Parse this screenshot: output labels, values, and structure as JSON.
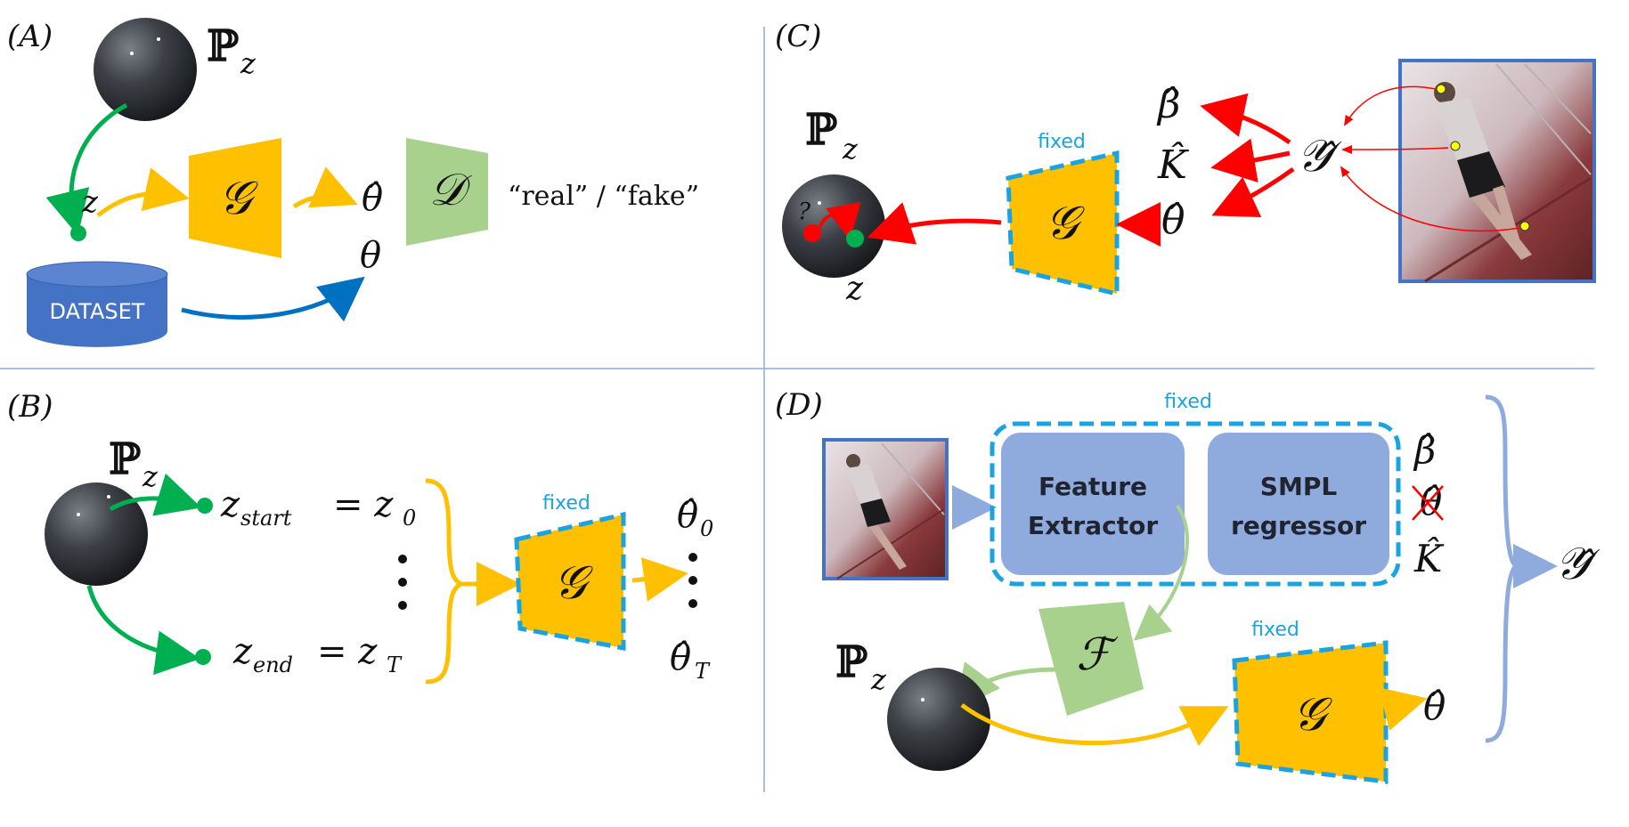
{
  "panels": {
    "A": {
      "label": "(A)",
      "prior": "ℙ",
      "prior_sub": "z",
      "z": "z",
      "generator": "𝒢",
      "theta_hat": "θ̂",
      "discriminator": "𝒟",
      "output": "“real” / “fake”",
      "theta": "θ",
      "dataset": "DATASET"
    },
    "B": {
      "label": "(B)",
      "prior": "ℙ",
      "prior_sub": "z",
      "z_start": "z",
      "z_start_sub": "start",
      "eq_start": "= z",
      "z0_sub": "0",
      "z_end": "z",
      "z_end_sub": "end",
      "eq_end": "= z",
      "zT_sub": "T",
      "fixed": "fixed",
      "generator": "𝒢",
      "theta0": "θ̂",
      "theta0_sub": "0",
      "thetaT": "θ̂",
      "thetaT_sub": "T"
    },
    "C": {
      "label": "(C)",
      "prior": "ℙ",
      "prior_sub": "z",
      "question": "?",
      "z": "z",
      "fixed": "fixed",
      "generator": "𝒢",
      "beta_hat": "β̂",
      "K_hat": "K̂",
      "theta_hat": "θ̂",
      "Y_hat": "𝒴̂"
    },
    "D": {
      "label": "(D)",
      "fixed_top": "fixed",
      "feature_extractor_line1": "Feature",
      "feature_extractor_line2": "Extractor",
      "smpl_line1": "SMPL",
      "smpl_line2": "regressor",
      "beta_hat": "β̂",
      "theta_crossed": "θ̂",
      "K_hat": "K̂",
      "Y_hat": "𝒴̂",
      "F": "ℱ",
      "prior": "ℙ",
      "prior_sub": "z",
      "fixed_bottom": "fixed",
      "generator": "𝒢",
      "theta_hat": "θ̂"
    }
  },
  "colors": {
    "generator": "#ffc000",
    "discriminator": "#a9d18e",
    "dataset": "#4472c4",
    "green_arrow": "#00b050",
    "yellow_arrow": "#ffc000",
    "blue_arrow": "#0070c0",
    "red_arrow": "#ff0000",
    "fixed_dash": "#1aa3e0",
    "module_box": "#8faadc",
    "divider": "#8faadc"
  }
}
